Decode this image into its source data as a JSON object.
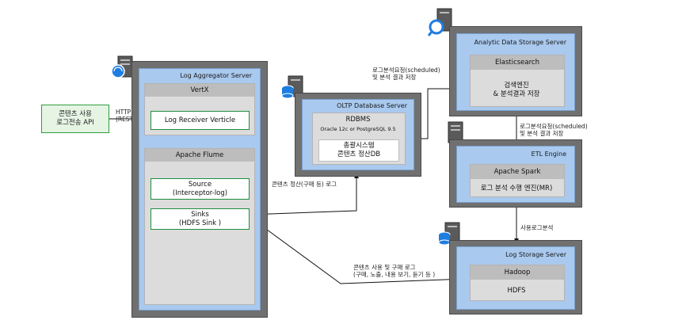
{
  "client": {
    "label": "콘텐츠 사용\n로그전송 API"
  },
  "http_label": "HTTP\n(RESTful)",
  "log_aggregator": {
    "title": "Log Aggregator Server",
    "vertx": "VertX",
    "receiver": "Log Receiver Verticle",
    "flume": "Apache Flume",
    "source": "Source\n(Interceptor-log)",
    "sinks": "Sinks\n(HDFS Sink )"
  },
  "oltp": {
    "title": "OLTP Database Server",
    "rdbms": "RDBMS",
    "rdbms_sub": "Oracle 12c  or PostgreSQL 9.5",
    "db": "총괄시스템\n콘텐츠 정산DB"
  },
  "analytic": {
    "title": "Analytic Data Storage Server",
    "engine": "Elasticsearch",
    "desc": "검색엔진\n& 분석결과 저장"
  },
  "etl": {
    "title": "ETL Engine",
    "engine": "Apache Spark",
    "desc": "로그 분석 수행 엔진(MR)"
  },
  "log_storage": {
    "title": "Log Storage Server",
    "engine": "Hadoop",
    "desc": "HDFS"
  },
  "annotations": {
    "analysis_request_1": "로그분석요청(scheduled)\n및 분석 결과 저장",
    "analysis_request_2": "로그분석요청(scheduled)\n및 분석 결과 저장",
    "content_settlement": "콘텐츠 정산(구매 등) 로그",
    "usage_analysis": "사용로그분석",
    "usage_purchase": "콘텐츠 사용 및 구매 로그\n(구매, 노출, 내용 보기, 듣기 등 )"
  },
  "colors": {
    "server_outer": "#707070",
    "server_inner": "#a9c9ee",
    "component_border": "#1e8e3e",
    "panel": "#dcdcdc"
  }
}
